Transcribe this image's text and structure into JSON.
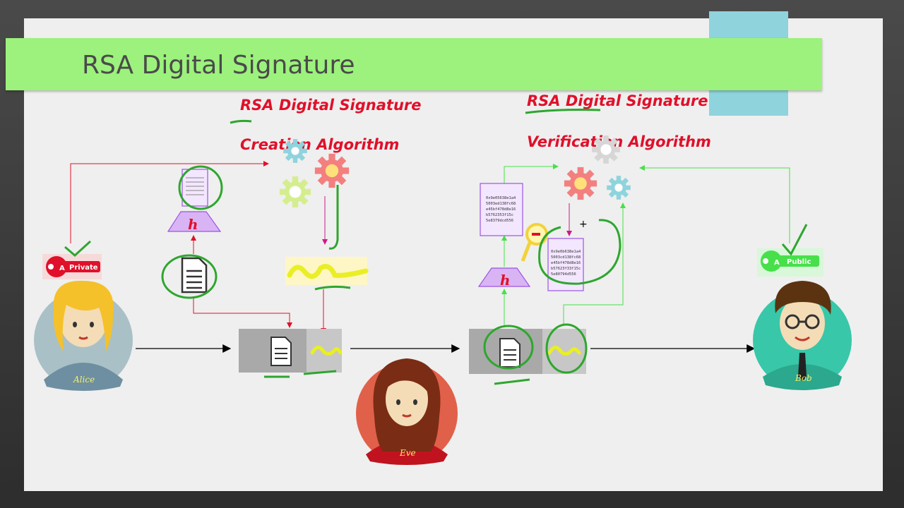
{
  "slide": {
    "title": "RSA Digital Signature"
  },
  "annotations": {
    "creation_title": "RSA Digital Signature",
    "creation_subtitle": "Creation Algorithm",
    "verification_title": "RSA Digital Signature",
    "verification_subtitle": "Verification Algorithm"
  },
  "keys": {
    "private_label": "Private",
    "public_label": "Public",
    "owner_letter": "A"
  },
  "hash_symbol": "h",
  "people": {
    "alice": "Alice",
    "bob": "Bob",
    "eve": "Eve"
  },
  "hash_values": {
    "computed": [
      "0x9e05638e1a4",
      "5003ed138fc68",
      "e45bf478d8e16",
      "b5762353f15c",
      "5e8379dcd556"
    ],
    "decrypted": [
      "0x9e0b638e1a4",
      "5003cd138fc68",
      "e45bf478d8e16",
      "b57623f33f15c",
      "5e80794d556"
    ]
  },
  "colors": {
    "title_bar": "#9cf27c",
    "corner_tab": "#8fd3dd",
    "creation_arrows": "#e0102a",
    "verification_arrows": "#47e04a",
    "ink_green": "#2ea62e",
    "ink_red": "#e0102a"
  }
}
